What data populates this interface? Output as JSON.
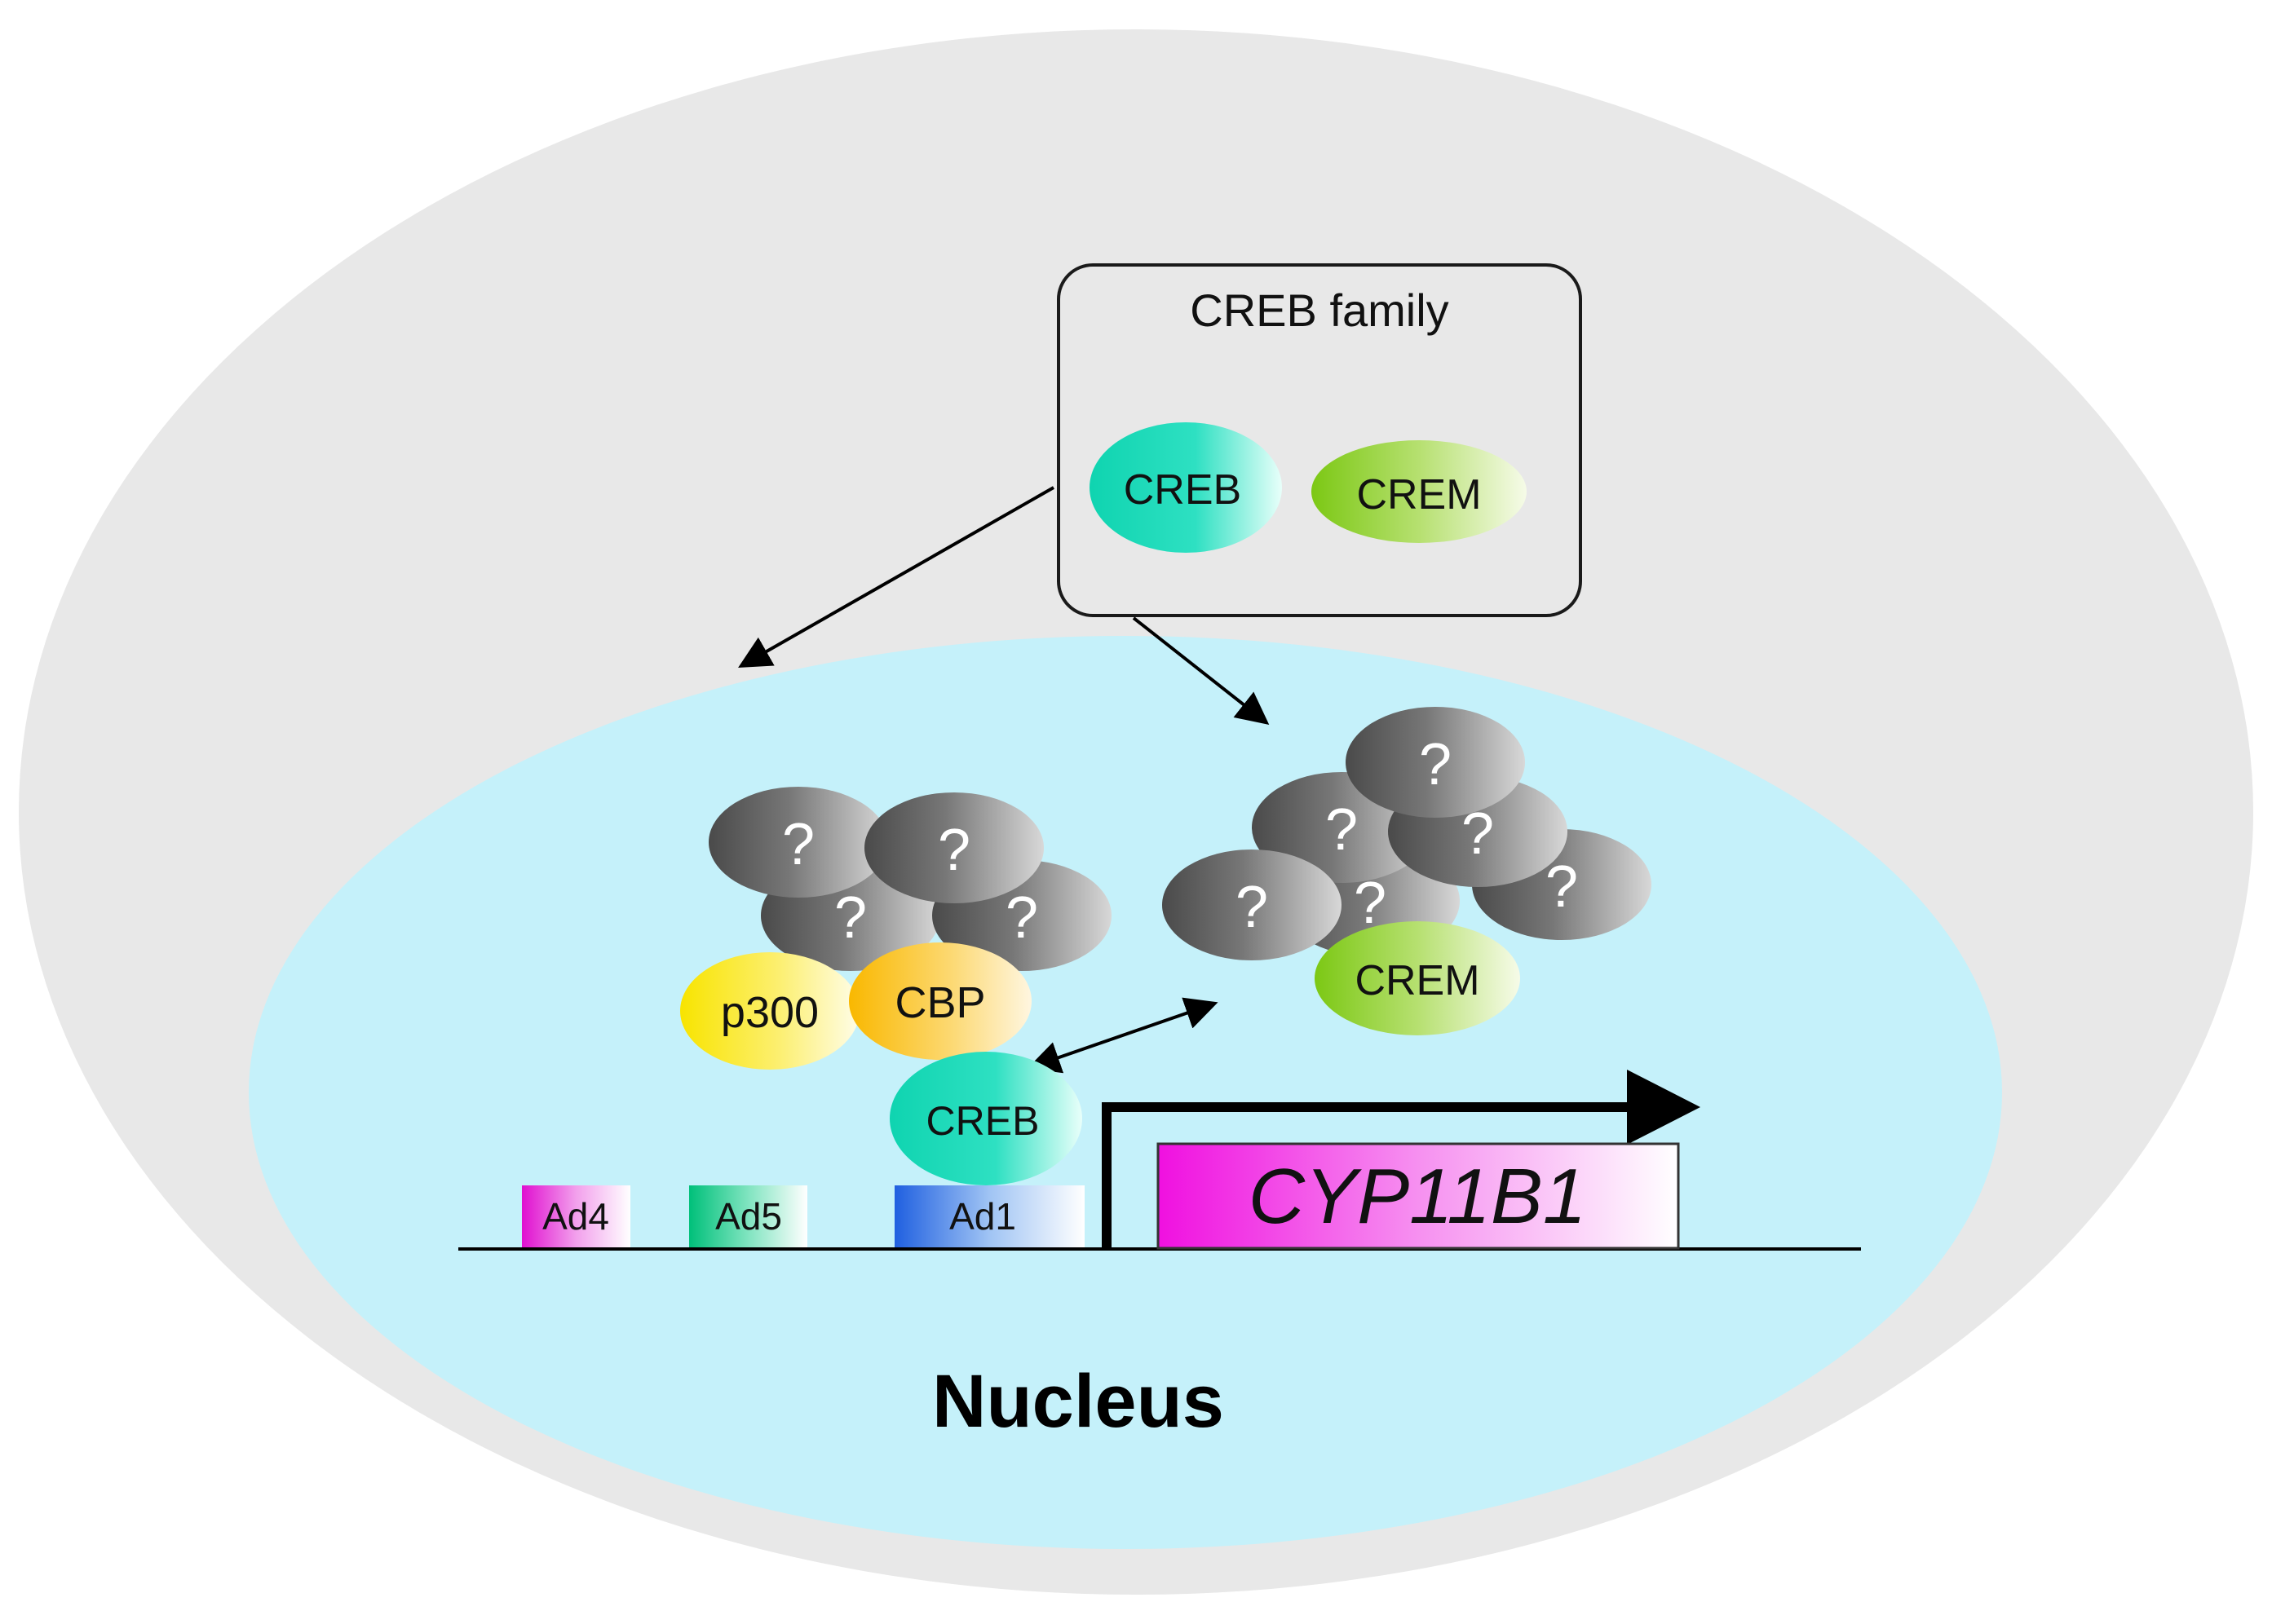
{
  "family_box": {
    "title": "CREB family"
  },
  "proteins": {
    "creb_family": "CREB",
    "crem_family": "CREM",
    "creb_bound": "CREB",
    "crem_complex": "CREM",
    "cbp": "CBP",
    "p300": "p300"
  },
  "unknown_mark": "?",
  "dna_elements": {
    "ad4": "Ad4",
    "ad5": "Ad5",
    "ad1": "Ad1"
  },
  "gene": {
    "name": "CYP11B1"
  },
  "compartment": {
    "label": "Nucleus"
  },
  "colors": {
    "cell": "#e8e8e8",
    "nucleus": "#c5f1fa",
    "creb": "#17d9b4",
    "crem": "#8acc1e",
    "cbp": "#fbc214",
    "p300": "#fbea10",
    "unknown_protein": "#666666",
    "ad4": "#e020d0",
    "ad5": "#10c88a",
    "ad1": "#3070e0",
    "gene": "#f01ce0"
  }
}
